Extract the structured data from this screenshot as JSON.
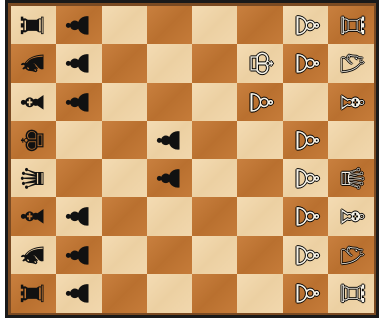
{
  "board": {
    "files": 8,
    "ranks": 8,
    "colors": {
      "light": "#f0d6ab",
      "dark": "#c27636",
      "frame": "#1a1a1a"
    },
    "orientation": "rotated-90",
    "pieces": [
      {
        "row": 0,
        "col": 0,
        "color": "black",
        "type": "rook",
        "glyph": "♜"
      },
      {
        "row": 0,
        "col": 1,
        "color": "black",
        "type": "pawn",
        "glyph": "♟"
      },
      {
        "row": 0,
        "col": 6,
        "color": "white",
        "type": "pawn",
        "glyph": "♙"
      },
      {
        "row": 0,
        "col": 7,
        "color": "white",
        "type": "rook",
        "glyph": "♖"
      },
      {
        "row": 1,
        "col": 0,
        "color": "black",
        "type": "knight",
        "glyph": "♞"
      },
      {
        "row": 1,
        "col": 1,
        "color": "black",
        "type": "pawn",
        "glyph": "♟"
      },
      {
        "row": 1,
        "col": 5,
        "color": "white",
        "type": "king",
        "glyph": "♔"
      },
      {
        "row": 1,
        "col": 6,
        "color": "white",
        "type": "pawn",
        "glyph": "♙"
      },
      {
        "row": 1,
        "col": 7,
        "color": "white",
        "type": "knight",
        "glyph": "♘"
      },
      {
        "row": 2,
        "col": 0,
        "color": "black",
        "type": "bishop",
        "glyph": "♝"
      },
      {
        "row": 2,
        "col": 1,
        "color": "black",
        "type": "pawn",
        "glyph": "♟"
      },
      {
        "row": 2,
        "col": 5,
        "color": "white",
        "type": "pawn",
        "glyph": "♙"
      },
      {
        "row": 2,
        "col": 7,
        "color": "white",
        "type": "bishop",
        "glyph": "♗"
      },
      {
        "row": 3,
        "col": 0,
        "color": "black",
        "type": "king",
        "glyph": "♚"
      },
      {
        "row": 3,
        "col": 3,
        "color": "black",
        "type": "pawn",
        "glyph": "♟"
      },
      {
        "row": 3,
        "col": 6,
        "color": "white",
        "type": "pawn",
        "glyph": "♙"
      },
      {
        "row": 4,
        "col": 0,
        "color": "black",
        "type": "queen",
        "glyph": "♛"
      },
      {
        "row": 4,
        "col": 3,
        "color": "black",
        "type": "pawn",
        "glyph": "♟"
      },
      {
        "row": 4,
        "col": 6,
        "color": "white",
        "type": "pawn",
        "glyph": "♙"
      },
      {
        "row": 4,
        "col": 7,
        "color": "white",
        "type": "queen",
        "glyph": "♕"
      },
      {
        "row": 5,
        "col": 0,
        "color": "black",
        "type": "bishop",
        "glyph": "♝"
      },
      {
        "row": 5,
        "col": 1,
        "color": "black",
        "type": "pawn",
        "glyph": "♟"
      },
      {
        "row": 5,
        "col": 6,
        "color": "white",
        "type": "pawn",
        "glyph": "♙"
      },
      {
        "row": 5,
        "col": 7,
        "color": "white",
        "type": "bishop",
        "glyph": "♗"
      },
      {
        "row": 6,
        "col": 0,
        "color": "black",
        "type": "knight",
        "glyph": "♞"
      },
      {
        "row": 6,
        "col": 1,
        "color": "black",
        "type": "pawn",
        "glyph": "♟"
      },
      {
        "row": 6,
        "col": 6,
        "color": "white",
        "type": "pawn",
        "glyph": "♙"
      },
      {
        "row": 6,
        "col": 7,
        "color": "white",
        "type": "knight",
        "glyph": "♘"
      },
      {
        "row": 7,
        "col": 0,
        "color": "black",
        "type": "rook",
        "glyph": "♜"
      },
      {
        "row": 7,
        "col": 1,
        "color": "black",
        "type": "pawn",
        "glyph": "♟"
      },
      {
        "row": 7,
        "col": 6,
        "color": "white",
        "type": "pawn",
        "glyph": "♙"
      },
      {
        "row": 7,
        "col": 7,
        "color": "white",
        "type": "rook",
        "glyph": "♖"
      }
    ]
  }
}
